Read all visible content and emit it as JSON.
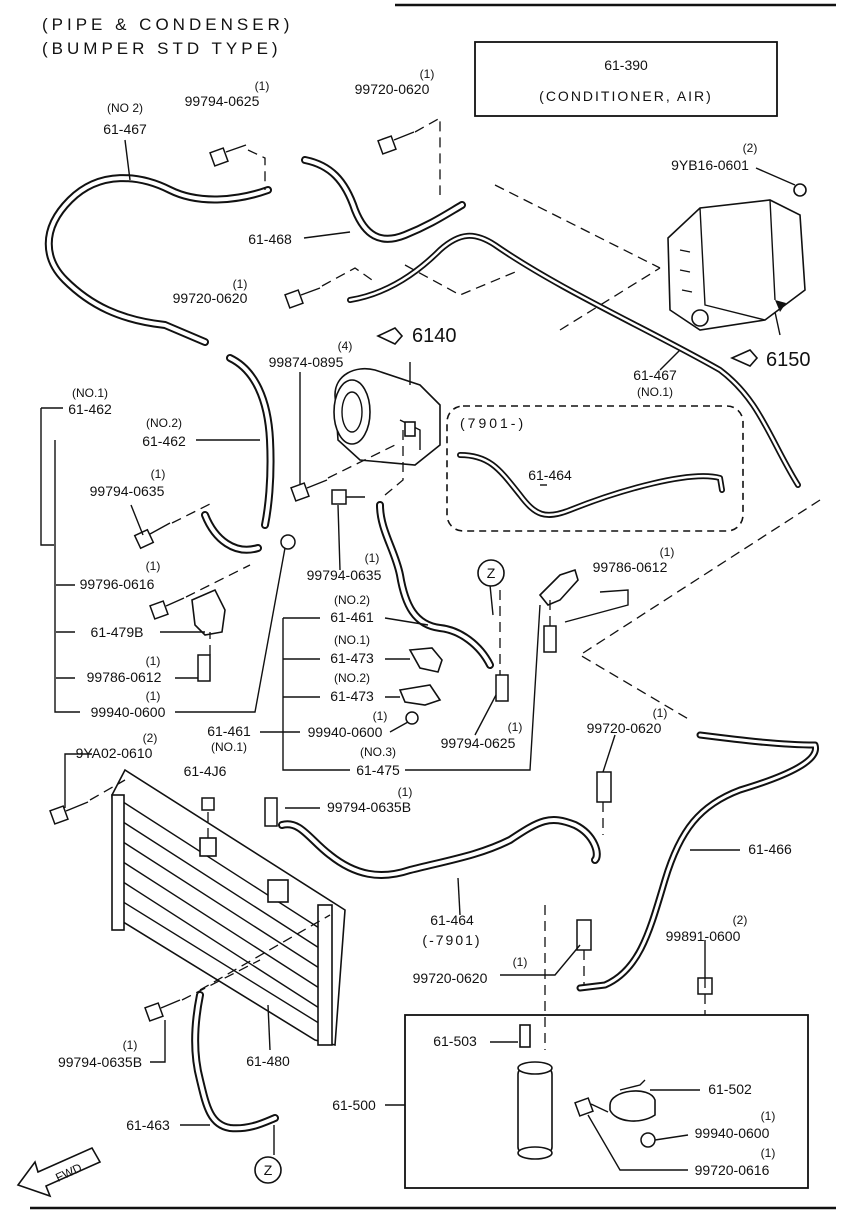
{
  "title": {
    "line1": "(PIPE & CONDENSER)",
    "line2": "(BUMPER STD TYPE)"
  },
  "group_box": {
    "code": "61-390",
    "name": "(CONDITIONER, AIR)"
  },
  "refs": {
    "compressor": "6140",
    "evaporator": "6150"
  },
  "labels": {
    "l_99794_0625_top_qty": "(1)",
    "l_99794_0625_top": "99794-0625",
    "l_99720_0620_top_qty": "(1)",
    "l_99720_0620_top": "99720-0620",
    "l_61_467_no2_note": "(NO 2)",
    "l_61_467_no2": "61-467",
    "l_9yb16_qty": "(2)",
    "l_9yb16": "9YB16-0601",
    "l_61_468": "61-468",
    "l_99720_0620_mid_qty": "(1)",
    "l_99720_0620_mid": "99720-0620",
    "l_99874_qty": "(4)",
    "l_99874": "99874-0895",
    "l_61_467_no1": "61-467",
    "l_61_467_no1_note": "(NO.1)",
    "l_61_462_no1_note": "(NO.1)",
    "l_61_462_no1": "61-462",
    "l_61_462_no2_note": "(NO.2)",
    "l_61_462_no2": "61-462",
    "l_7901_box": "(7901-)",
    "l_61_464_box": "61-464",
    "l_99794_0635_left_qty": "(1)",
    "l_99794_0635_left": "99794-0635",
    "l_99794_0635_mid_qty": "(1)",
    "l_99794_0635_mid": "99794-0635",
    "l_99796_qty": "(1)",
    "l_99796": "99796-0616",
    "l_61_479b": "61-479B",
    "l_99786_left_qty": "(1)",
    "l_99786_left": "99786-0612",
    "l_99940_left_qty": "(1)",
    "l_99940_left": "99940-0600",
    "l_99786_right_qty": "(1)",
    "l_99786_right": "99786-0612",
    "l_61_461_no2_note": "(NO.2)",
    "l_61_461_no2": "61-461",
    "l_61_473_no1_note": "(NO.1)",
    "l_61_473_no1": "61-473",
    "l_61_473_no2_note": "(NO.2)",
    "l_61_473_no2": "61-473",
    "l_61_461_no1": "61-461",
    "l_61_461_no1_note": "(NO.1)",
    "l_99940_mid_qty": "(1)",
    "l_99940_mid": "99940-0600",
    "l_61_475_note": "(NO.3)",
    "l_61_475": "61-475",
    "l_99794_0625_mid_qty": "(1)",
    "l_99794_0625_mid": "99794-0625",
    "l_99720_0620_right_qty": "(1)",
    "l_99720_0620_right": "99720-0620",
    "l_9ya02_qty": "(2)",
    "l_9ya02": "9YA02-0610",
    "l_61_4j6": "61-4J6",
    "l_99794_0635b_top_qty": "(1)",
    "l_99794_0635b_top": "99794-0635B",
    "l_61_466": "61-466",
    "l_61_464_low": "61-464",
    "l_61_464_low_note": "(-7901)",
    "l_99891_qty": "(2)",
    "l_99891": "99891-0600",
    "l_99720_0620_low_qty": "(1)",
    "l_99720_0620_low": "99720-0620",
    "l_99794_0635b_low_qty": "(1)",
    "l_99794_0635b_low": "99794-0635B",
    "l_61_480": "61-480",
    "l_61_503": "61-503",
    "l_61_500": "61-500",
    "l_61_502": "61-502",
    "l_99940_low_qty": "(1)",
    "l_99940_low": "99940-0600",
    "l_99720_0616_qty": "(1)",
    "l_99720_0616": "99720-0616",
    "l_61_463": "61-463",
    "l_z_top": "Z",
    "l_z_bottom": "Z",
    "l_fwd": "FWD"
  }
}
